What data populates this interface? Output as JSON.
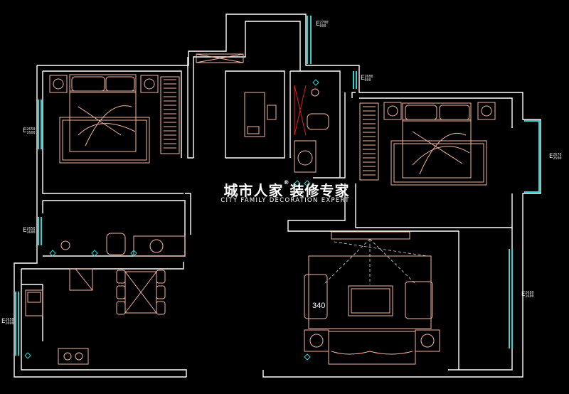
{
  "watermark": {
    "cn": "城市人家",
    "reg": "®",
    "cn2": "装修专家",
    "en": "CITY FAMILY  DECORATION EXPERT"
  },
  "room_label": "340",
  "elevation_marks": [
    {
      "t": "E",
      "a": "2700",
      "b": "600"
    },
    {
      "t": "E",
      "a": "2600",
      "b": "600"
    },
    {
      "t": "E",
      "a": "2650",
      "b": "1600"
    },
    {
      "t": "E",
      "a": "2670",
      "b": "2500"
    },
    {
      "t": "E",
      "a": "2650",
      "b": "1600"
    },
    {
      "t": "E",
      "a": "2680",
      "b": "1600"
    },
    {
      "t": "E",
      "a": "2650",
      "b": "2000"
    }
  ],
  "colors": {
    "wall": "#ffffff",
    "furniture": "#f2b6a0",
    "window": "#2fd3d0",
    "door": "#e02020",
    "dashed": "#d8d8d8"
  }
}
